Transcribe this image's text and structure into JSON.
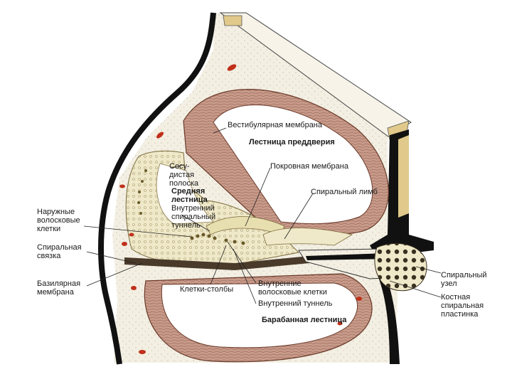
{
  "colors": {
    "bone": "#f3efe3",
    "bone_dots": "#c9c2ae",
    "membrane": "#c89a8a",
    "membrane_line": "#8a5a4a",
    "black": "#111111",
    "tissue": "#efe9c9",
    "vessel": "#c0301a",
    "cell": "#6a5a2a"
  },
  "labels": {
    "vestibular_membrane": "Вестибулярная мембрана",
    "scala_vestibuli": "Лестница преддверия",
    "stria_vascularis": "Сосу-\nдистая\nполоска",
    "tectorial_membrane": "Покровная мембрана",
    "scala_media": "Средняя\nлестница",
    "spiral_limbus": "Спиральный лимб",
    "inner_spiral_tunnel": "Внутренний\nспиральный\nтуннель",
    "outer_hair_cells": "Наружные\nволосковые\nклетки",
    "spiral_ligament": "Спиральная\nсвязка",
    "basilar_membrane": "Базилярная\nмембрана",
    "pillar_cells": "Клетки-столбы",
    "inner_hair_cells": "Внутренние\nволосковые клетки",
    "inner_tunnel": "Внутренний туннель",
    "scala_tympani": "Барабанная лестница",
    "spiral_ganglion": "Спиральный\nузел",
    "osseous_spiral_lamina": "Костная\nспиральная\nпластинка"
  }
}
